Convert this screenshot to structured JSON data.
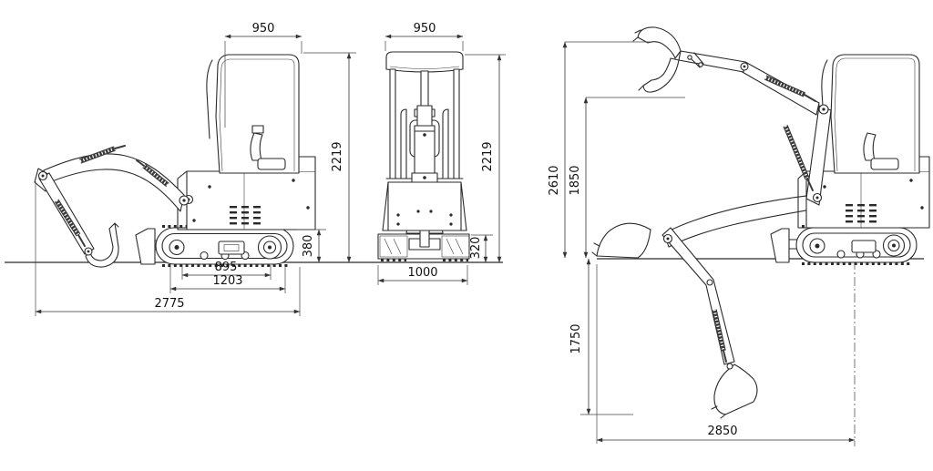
{
  "document": {
    "type": "excavator-three-view-dimension-drawing",
    "background_color": "#ffffff",
    "line_color": "#2a2a2a",
    "dimension_line_color": "#333333",
    "label_color": "#111111"
  },
  "dims": {
    "side": {
      "cab_width": "950",
      "overall_height": "2219",
      "chassis_height": "380",
      "tumbler_distance": "895",
      "track_length": "1203",
      "overall_length": "2775"
    },
    "front": {
      "cab_width": "950",
      "overall_height": "2219",
      "track_height": "320",
      "overall_width": "1000"
    },
    "range": {
      "max_cutting_height": "2610",
      "max_dumping_height": "1850",
      "max_digging_depth": "1750",
      "max_digging_reach": "2850"
    }
  }
}
